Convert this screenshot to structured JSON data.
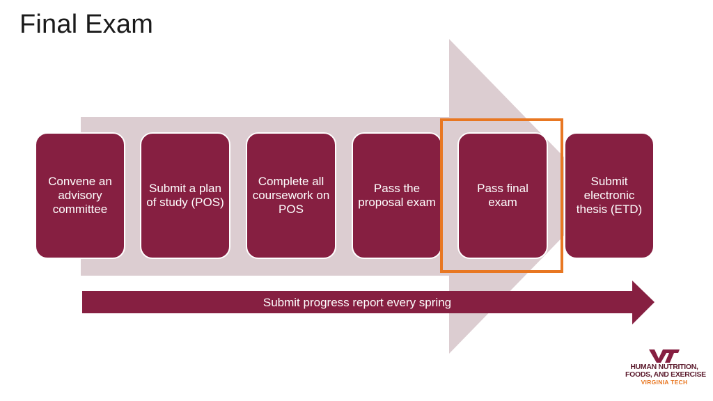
{
  "slide": {
    "title": "Final Exam"
  },
  "steps": [
    {
      "label": "Convene an advisory committee"
    },
    {
      "label": "Submit a plan of study (POS)"
    },
    {
      "label": "Complete all coursework on POS"
    },
    {
      "label": "Pass the proposal exam"
    },
    {
      "label": "Pass final exam",
      "highlighted": true
    },
    {
      "label": "Submit electronic thesis (ETD)"
    }
  ],
  "progress_banner": {
    "label": "Submit progress report every spring"
  },
  "logo": {
    "mark": "VT",
    "line1": "HUMAN NUTRITION,",
    "line2": "FOODS, AND EXERCISE",
    "line3": "VIRGINIA TECH"
  },
  "colors": {
    "maroon": "#861f41",
    "highlight_orange": "#e87722",
    "background_arrow": "#dccdd1"
  }
}
